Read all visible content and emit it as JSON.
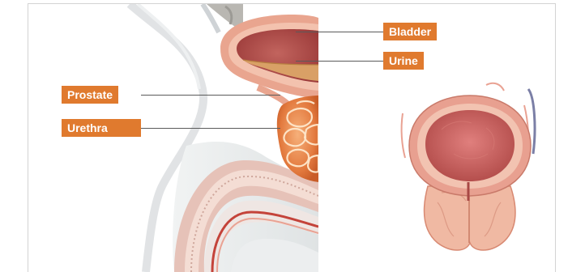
{
  "diagram": {
    "labels": {
      "bladder": "Bladder",
      "urine": "Urine",
      "prostate": "Prostate",
      "urethra": "Urethra"
    },
    "colors": {
      "label_background": "#e07a2e",
      "label_text": "#ffffff",
      "leader_line": "#5a5a5a",
      "tissue_pink": "#e8a090",
      "gland_orange": "#e07a3a",
      "bladder_wall": "#e9a58f",
      "urine_fill": "#d9a066"
    }
  }
}
